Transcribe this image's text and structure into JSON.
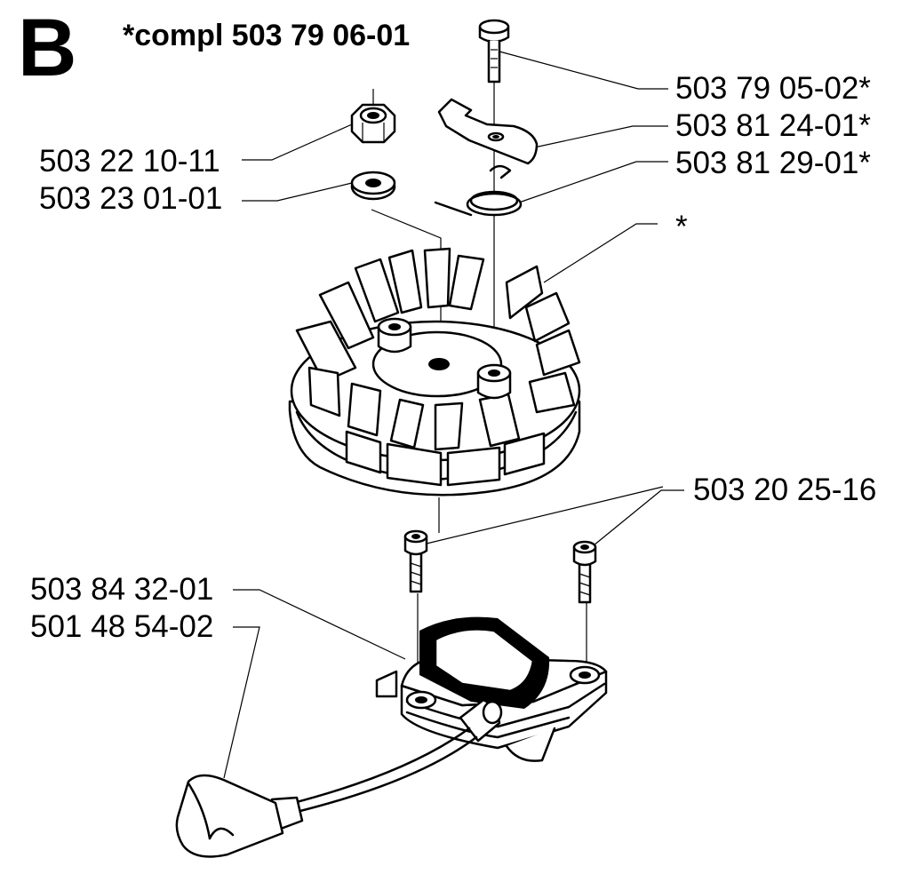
{
  "diagram": {
    "section_letter": "B",
    "assembly_note": "*compl 503 79 06-01",
    "parts": {
      "pin": "503 79 05-02*",
      "pawl": "503 81 24-01*",
      "spring": "503 81 29-01*",
      "flywheel": "*",
      "nut": "503 22 10-11",
      "washer": "503 23 01-01",
      "screws": "503 20 25-16",
      "ignition_module": "503 84 32-01",
      "spark_plug_cap": "501 48 54-02"
    }
  }
}
